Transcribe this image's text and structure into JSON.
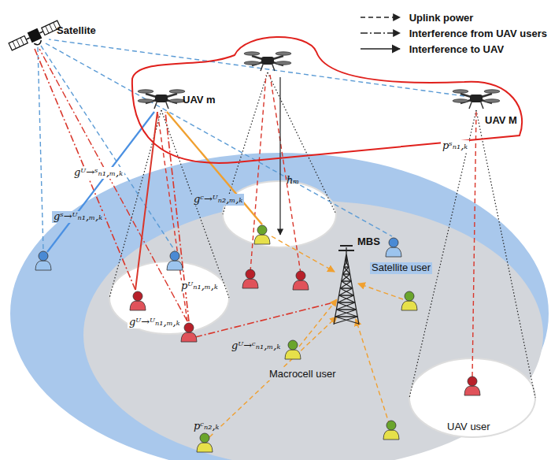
{
  "diagram": {
    "labels": [
      "Satellite",
      "UAV m",
      "UAV M",
      "Satellite user",
      "MBS",
      "UAV user",
      "Macrocell user",
      "hₘ",
      "gᵁ→ˢₙ₁,ₘ,ₖ",
      "gˢ→ᵁₙ₁,ₘ,ₖ",
      "gᶜ→ᵁₙ₂,ₘ,ₖ",
      "gᵁ→ᵁₙ₁,ₘ,ₖ",
      "pᵁₙ₁,ₘ,ₖ",
      "gᵁ→ᶜₙ₁,ₘ,ₖ",
      "pˢₙ₁,ₖ",
      "pᶜₙ₂,ₖ"
    ],
    "legend": [
      {
        "text": "Uplink power"
      },
      {
        "text": "Interference from UAV users"
      },
      {
        "text": "Interference to UAV"
      }
    ]
  }
}
